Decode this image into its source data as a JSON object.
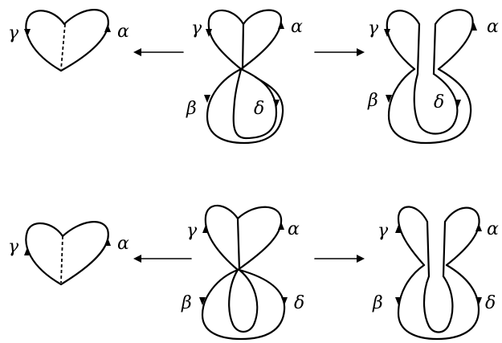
{
  "figure": {
    "labels": {
      "alpha": "α",
      "beta": "β",
      "gamma": "γ",
      "delta": "δ"
    },
    "stroke_color": "#000000",
    "background": "#ffffff"
  }
}
